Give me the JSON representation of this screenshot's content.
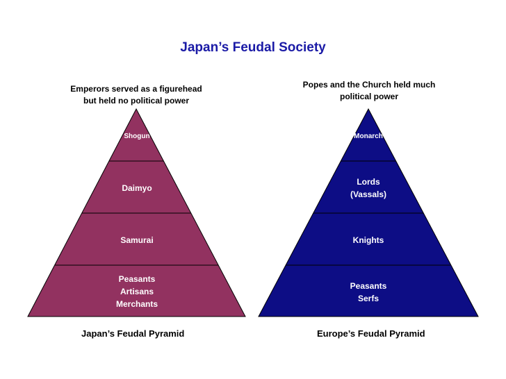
{
  "title": "Japan’s Feudal Society",
  "colors": {
    "title": "#1a1aa6",
    "japan": "#923260",
    "europe": "#0d0d85"
  },
  "japan": {
    "note": "Emperors served as a figurehead\nbut held no political power",
    "tiers": [
      "Shogun",
      "Daimyo",
      "Samurai",
      "Peasants\nArtisans\nMerchants"
    ],
    "label": "Japan’s Feudal Pyramid"
  },
  "europe": {
    "note": "Popes and the Church held much\npolitical power",
    "tiers": [
      "Monarch",
      "Lords\n(Vassals)",
      "Knights",
      "Peasants\nSerfs"
    ],
    "label": "Europe’s Feudal Pyramid"
  }
}
